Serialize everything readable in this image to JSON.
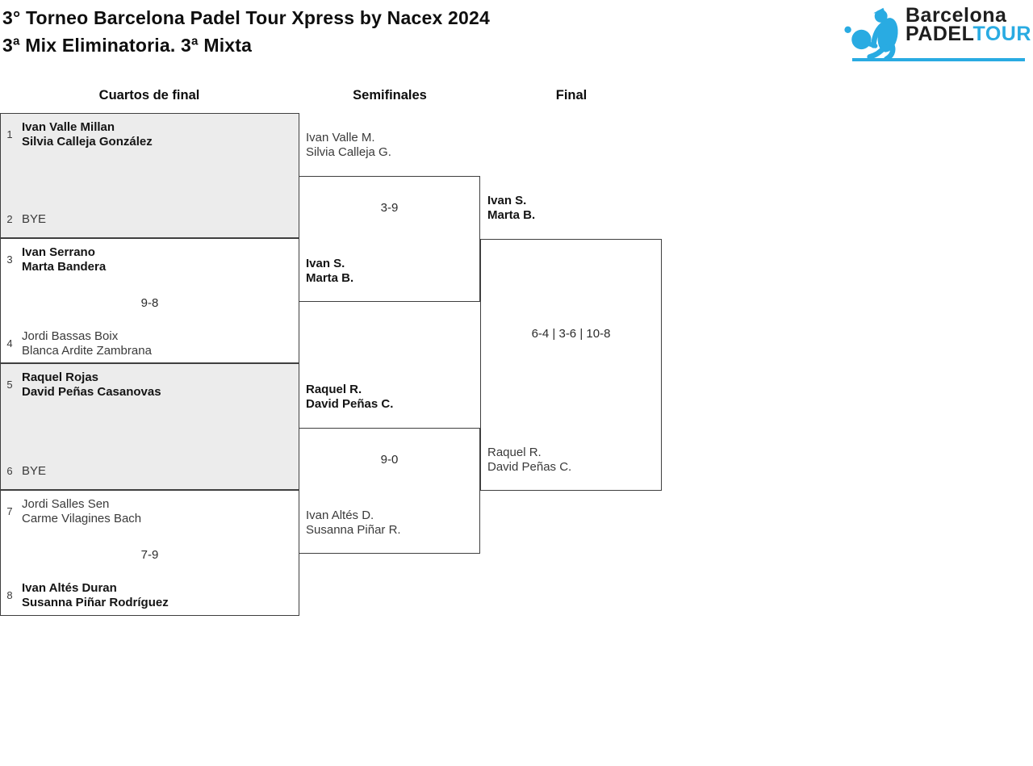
{
  "header": {
    "title": "3° Torneo Barcelona Padel Tour Xpress by Nacex 2024",
    "subtitle": "3ª Mix Eliminatoria. 3ª Mixta"
  },
  "logo": {
    "line1": "Barcelona",
    "line2_dark": "PADEL",
    "line2_accent": "TOUR"
  },
  "colors": {
    "accent_blue": "#29abe2",
    "shaded_match_bg": "#ececec",
    "box_border": "#3f3f3f"
  },
  "columns": [
    "Cuartos de final",
    "Semifinales",
    "Final"
  ],
  "bracket": {
    "quarterfinals": [
      {
        "seed_top": "1",
        "team_top": [
          "Ivan Valle Millan",
          "Silvia Calleja González"
        ],
        "top_winner": true,
        "seed_bottom": "2",
        "team_bottom": [
          "BYE"
        ],
        "bottom_winner": false,
        "score": ""
      },
      {
        "seed_top": "3",
        "team_top": [
          "Ivan Serrano",
          "Marta Bandera"
        ],
        "top_winner": true,
        "seed_bottom": "4",
        "team_bottom": [
          "Jordi Bassas Boix",
          "Blanca Ardite Zambrana"
        ],
        "bottom_winner": false,
        "score": "9-8"
      },
      {
        "seed_top": "5",
        "team_top": [
          "Raquel Rojas",
          "David Peñas Casanovas"
        ],
        "top_winner": true,
        "seed_bottom": "6",
        "team_bottom": [
          "BYE"
        ],
        "bottom_winner": false,
        "score": ""
      },
      {
        "seed_top": "7",
        "team_top": [
          "Jordi Salles Sen",
          "Carme Vilagines Bach"
        ],
        "top_winner": false,
        "seed_bottom": "8",
        "team_bottom": [
          "Ivan Altés Duran",
          "Susanna Piñar Rodríguez"
        ],
        "bottom_winner": true,
        "score": "7-9"
      }
    ],
    "semifinals": [
      {
        "team_top": [
          "Ivan Valle M.",
          "Silvia Calleja G."
        ],
        "top_winner": false,
        "team_bottom": [
          "Ivan S.",
          "Marta B."
        ],
        "bottom_winner": true,
        "score": "3-9"
      },
      {
        "team_top": [
          "Raquel R.",
          "David Peñas C."
        ],
        "top_winner": true,
        "team_bottom": [
          "Ivan Altés D.",
          "Susanna Piñar R."
        ],
        "bottom_winner": false,
        "score": "9-0"
      }
    ],
    "final": {
      "team_top": [
        "Ivan S.",
        "Marta B."
      ],
      "top_winner": true,
      "team_bottom": [
        "Raquel R.",
        "David Peñas C."
      ],
      "bottom_winner": false,
      "score": "6-4 | 3-6 | 10-8"
    }
  }
}
